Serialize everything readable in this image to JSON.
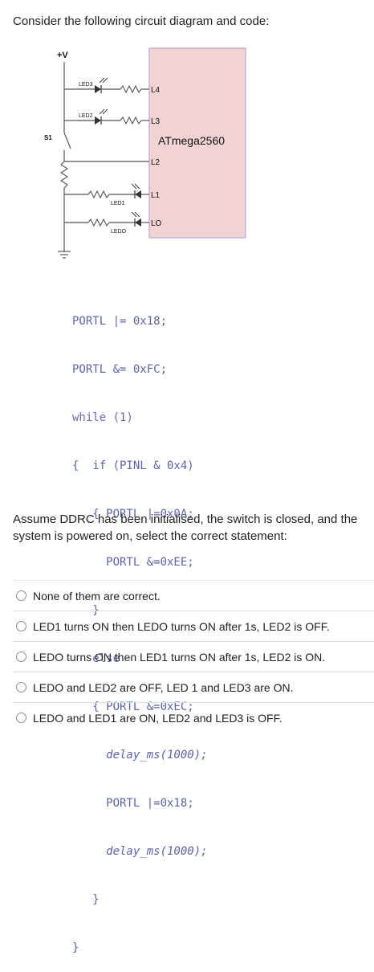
{
  "question": {
    "prompt": "Consider the following circuit diagram and code:",
    "assumption": "Assume DDRC has been initialised, the switch is closed, and the system is powered on, select the correct statement:"
  },
  "diagram": {
    "supply_label": "+V",
    "switch_label": "S1",
    "mcu_label": "ATmega2560",
    "pins": [
      "L4",
      "L3",
      "L2",
      "L1",
      "LO"
    ],
    "leds": [
      "LED3",
      "LED2",
      "LED1",
      "LEDO"
    ],
    "colors": {
      "mcu_fill": "#f2d3d3",
      "mcu_border": "#b9a6d6",
      "wire": "#555555"
    }
  },
  "code": {
    "lines": [
      "PORTL |= 0x18;",
      "PORTL &= 0xFC;",
      "while (1)",
      "{  if (PINL & 0x4)",
      "   { PORTL |=0x0A;",
      "     PORTL &=0xEE;",
      "   }",
      "   else",
      "   { PORTL &=0xEC;",
      "     delay_ms(1000);",
      "     PORTL |=0x18;",
      "     delay_ms(1000);",
      "   }",
      "}"
    ]
  },
  "options": [
    "None of them are correct.",
    "LED1 turns ON then LEDO turns ON after 1s, LED2 is OFF.",
    "LEDO turns ON then LED1 turns ON after 1s, LED2 is ON.",
    "LEDO and LED2 are OFF, LED 1 and LED3 are ON.",
    "LEDO and LED1 are ON, LED2 and LED3 is OFF."
  ]
}
